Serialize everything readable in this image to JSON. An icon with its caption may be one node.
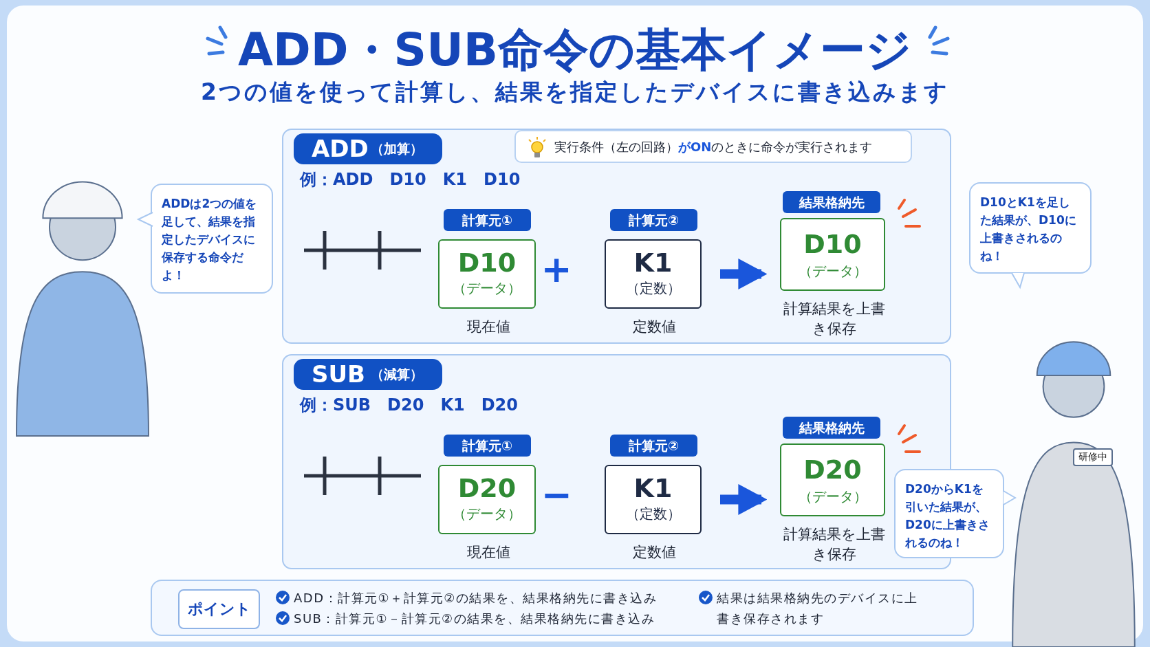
{
  "diagram": {
    "title": "ADD・SUB命令の基本イメージ",
    "nodes": [
      {
        "text": [
          "ADD",
          "（加算）",
          "例：ADD　D10　K1　D10"
        ]
      },
      {
        "text": [
          "実行条件（左の回路）**がON**のときに命令が実行されます"
        ],
        "in": 0
      },
      {
        "text": [
          "計算元①"
        ],
        "in": 0
      },
      {
        "text": [
          "D10",
          "（データ）"
        ],
        "beside": [
          "現在値"
        ],
        "in": 0
      },
      {
        "text": [
          "計算元②"
        ],
        "in": 0
      },
      {
        "text": [
          "K1",
          "（定数）"
        ],
        "beside": [
          "定数値"
        ],
        "in": 0
      },
      {
        "text": [
          "結果格納先"
        ],
        "in": 0
      },
      {
        "text": [
          "D10",
          "（データ）"
        ],
        "beside": [
          "計算結果を上書き保存"
        ],
        "in": 0
      },
      {
        "text": [
          "SUB",
          "（減算）",
          "例：SUB　D20　K1　D20"
        ]
      },
      {
        "text": [
          "計算元①"
        ],
        "in": 8
      },
      {
        "text": [
          "D20",
          "（データ）"
        ],
        "beside": [
          "現在値"
        ],
        "in": 8
      },
      {
        "text": [
          "計算元②"
        ],
        "in": 8
      },
      {
        "text": [
          "K1",
          "（定数）"
        ],
        "beside": [
          "定数値"
        ],
        "in": 8
      },
      {
        "text": [
          "結果格納先"
        ],
        "in": 8
      },
      {
        "text": [
          "D20",
          "（データ）"
        ],
        "beside": [
          "計算結果を上書き保存"
        ],
        "in": 8
      },
      {
        "text": [
          "ADDは2つの値を足して、結果を指定したデバイスに保存する命令だよ！"
        ]
      },
      {
        "text": [
          "D10とK1を足した結果が、D10に上書きされるのね！"
        ]
      },
      {
        "text": [
          "D20からK1を引いた結果が、D20に上書きされるのね！"
        ]
      },
      {
        "text": [
          "ADD：計算元①＋計算元②の結果を、結果格納先に書き込み",
          "SUB：計算元①－計算元②の結果を、結果格納先に書き込み",
          "結果は結果格納先のデバイスに上書き保存されます"
        ]
      },
      {
        "text": [
          "ポイント"
        ],
        "in": 18
      }
    ],
    "edges": [
      {
        "from": 5,
        "to": 7,
        "arrow": "to"
      },
      {
        "from": 12,
        "to": 14,
        "arrow": "to"
      }
    ],
    "labels": [
      "2つの値を使って計算し、結果を指定したデバイスに書き込みます",
      "+",
      "−",
      "研修中"
    ]
  }
}
